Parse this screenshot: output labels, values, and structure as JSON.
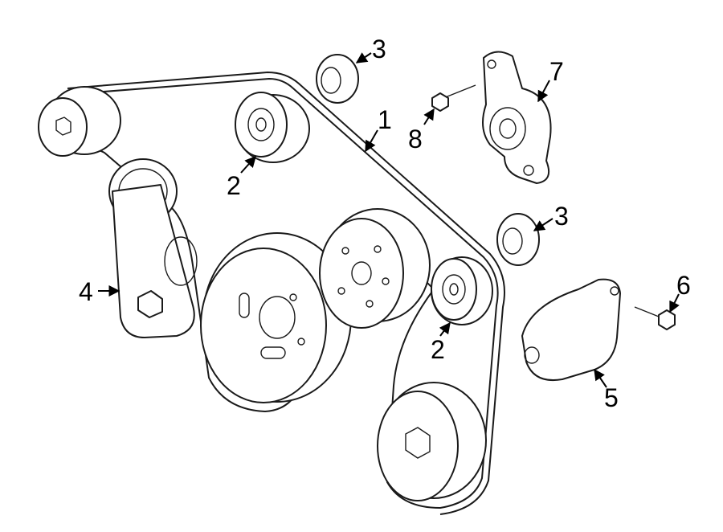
{
  "callouts": {
    "belt": "1",
    "idler_upper": "2",
    "idler_lower": "2",
    "cap_upper": "3",
    "cap_lower": "3",
    "tensioner": "4",
    "bracket_lower": "5",
    "bolt_long": "6",
    "bracket_upper": "7",
    "bolt_short": "8"
  },
  "colors": {
    "line": "#1a1a1a",
    "fill": "#ffffff"
  }
}
